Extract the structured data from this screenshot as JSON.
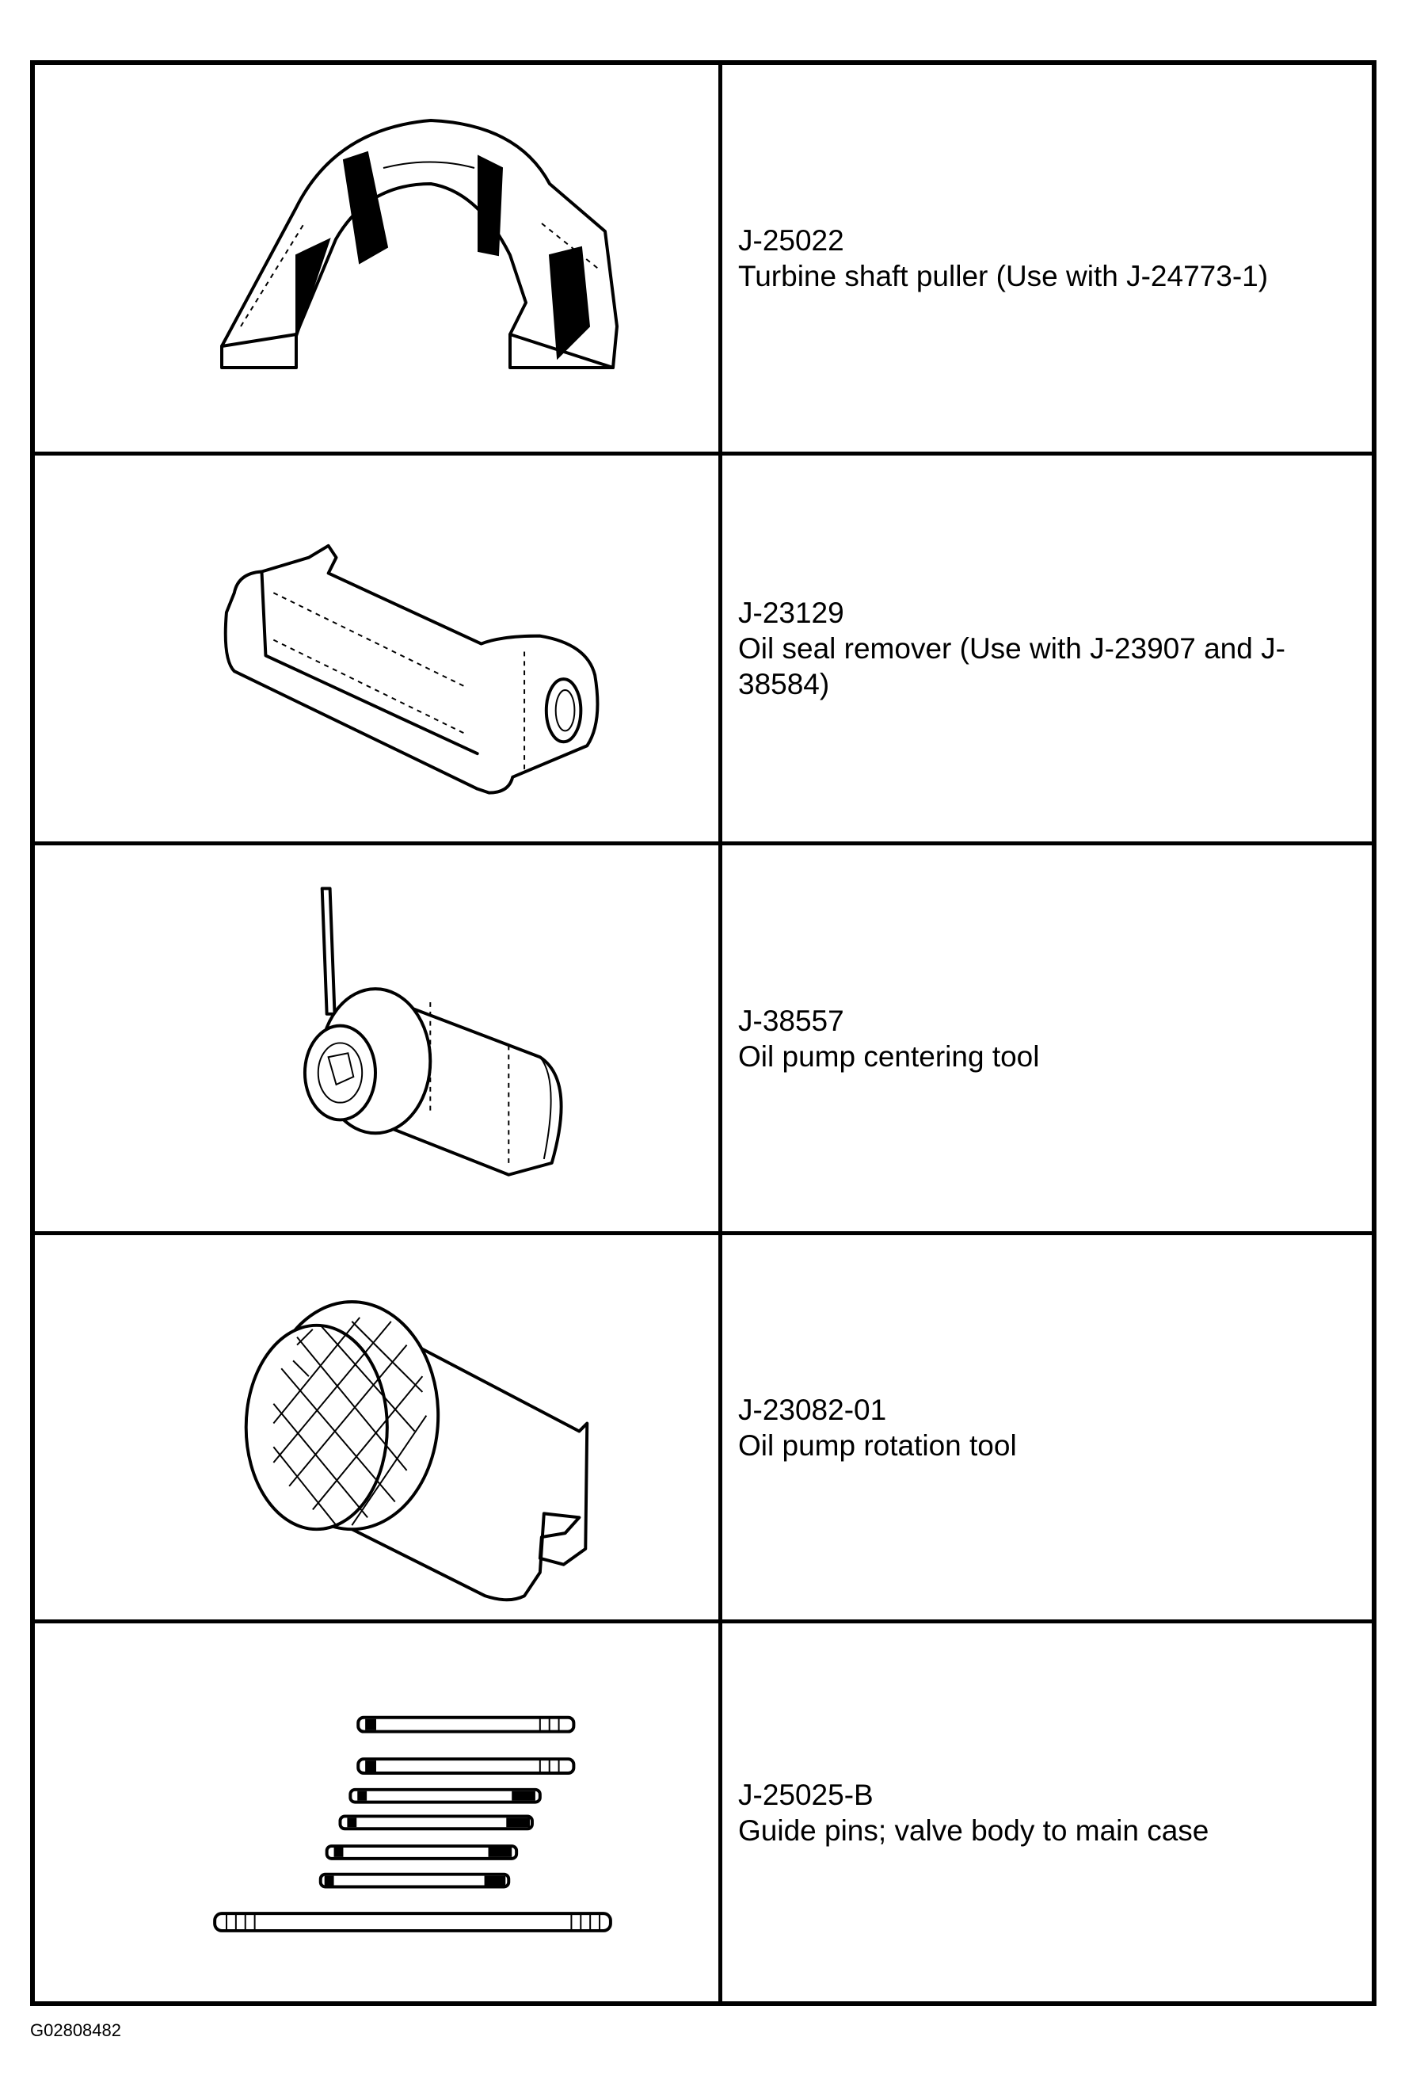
{
  "tools": [
    {
      "part_number": "J-25022",
      "description": "Turbine shaft puller (Use with J-24773-1)"
    },
    {
      "part_number": "J-23129",
      "description": "Oil seal remover (Use with J-23907 and J-38584)"
    },
    {
      "part_number": "J-38557",
      "description": "Oil pump centering tool"
    },
    {
      "part_number": "J-23082-01",
      "description": "Oil pump rotation tool"
    },
    {
      "part_number": "J-25025-B",
      "description": "Guide pins; valve body to main case"
    }
  ],
  "figure_id": "G02808482"
}
